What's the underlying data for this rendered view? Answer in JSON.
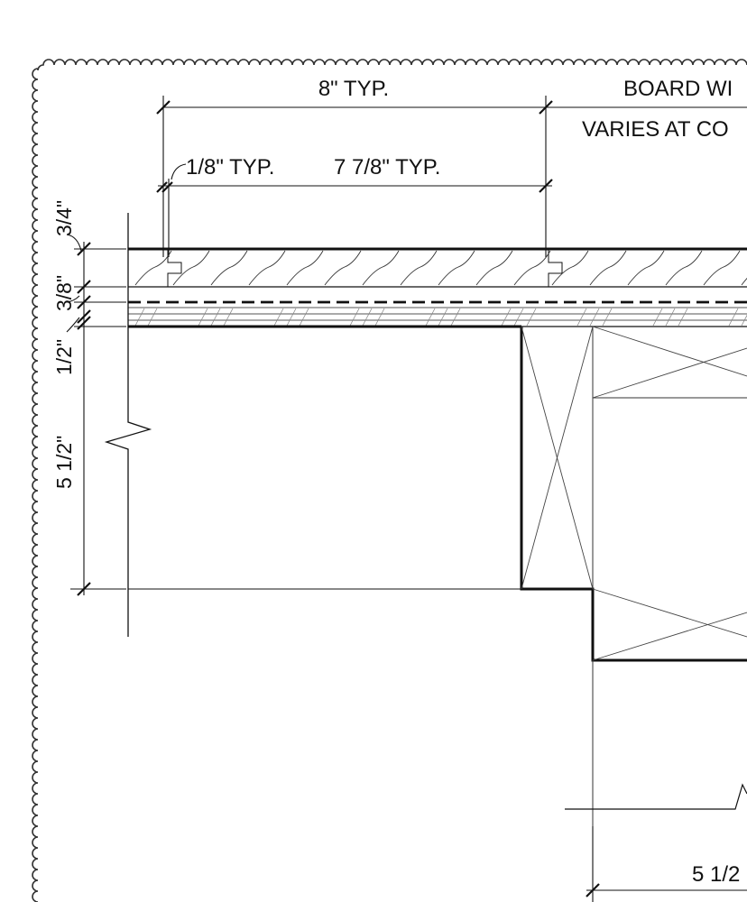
{
  "sheet": {
    "background": "#ffffff",
    "line_color": "#111111"
  },
  "labels": {
    "board_spacing": "8\" TYP.",
    "board_width": "BOARD WI",
    "varies": "VARIES AT CO",
    "gap": "1/8\" TYP.",
    "board_face": "7 7/8\" TYP.",
    "siding_thickness": "3/4\"",
    "furring_thickness": "3/8\"",
    "sheathing_thickness": "1/2\"",
    "stud_depth": "5 1/2\"",
    "bottom_dim": "5 1/2"
  },
  "icons": {
    "revision_cloud": "revision-cloud-icon",
    "break_line": "break-line-icon"
  }
}
